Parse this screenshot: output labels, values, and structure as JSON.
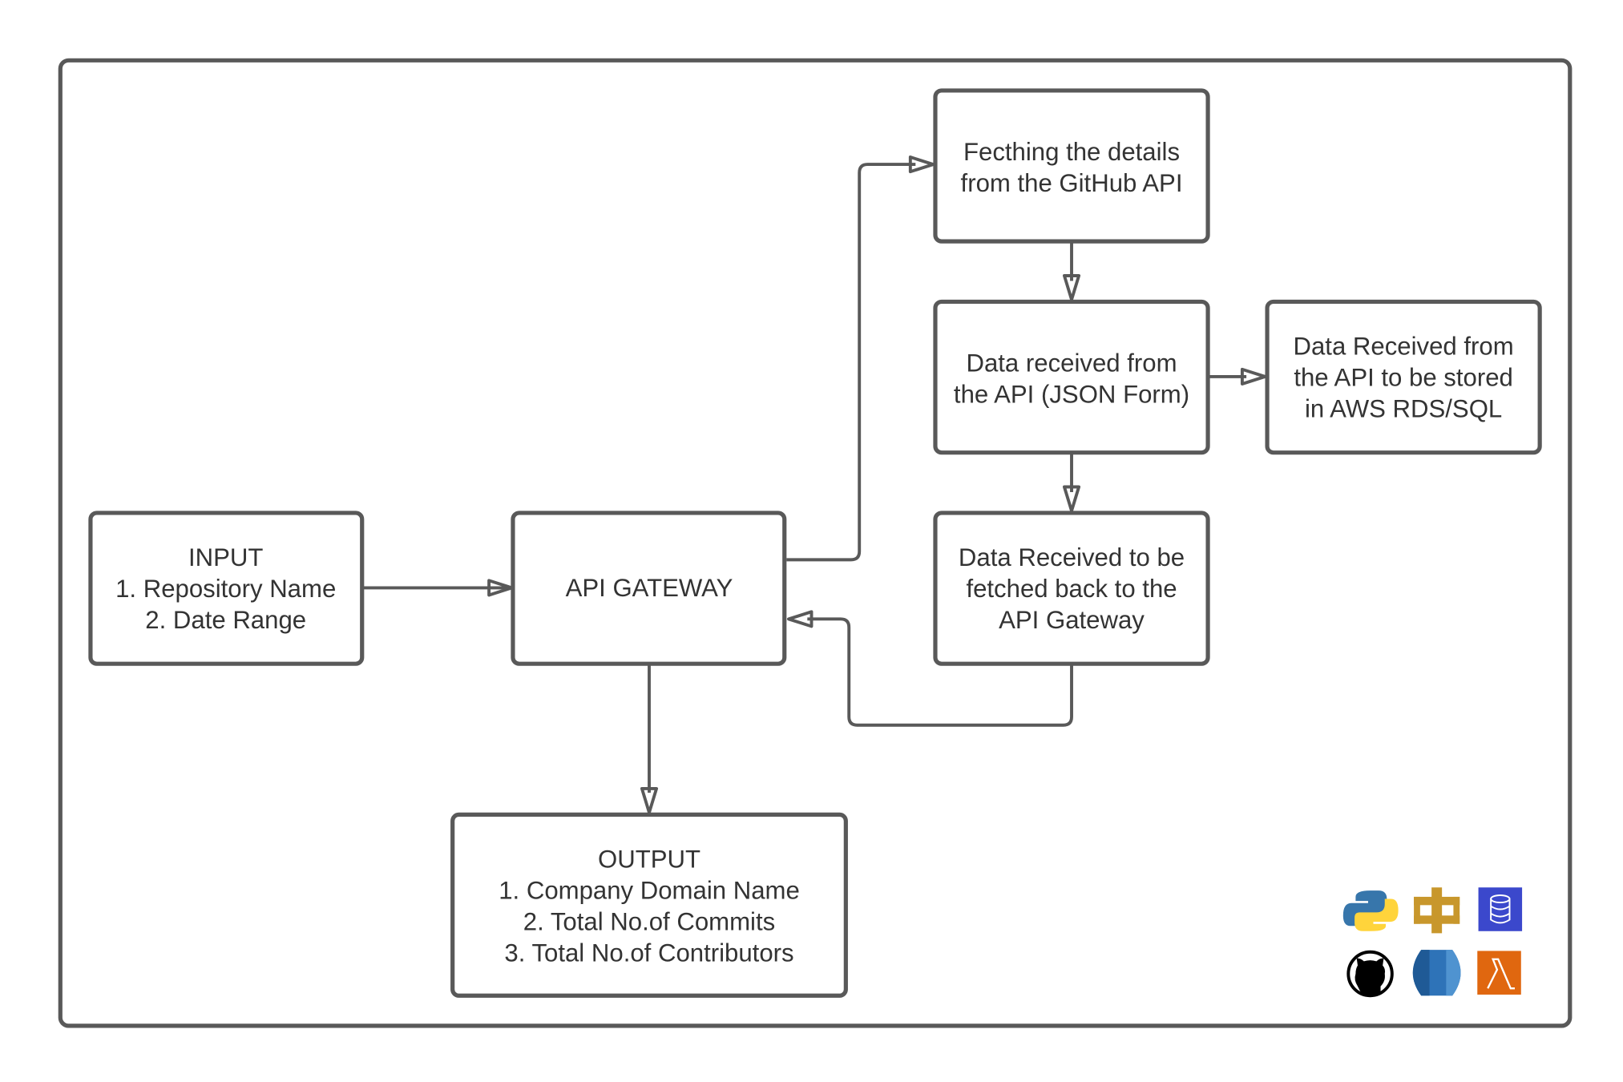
{
  "boxes": {
    "fetch": [
      "Fecthing the details",
      "from the GitHub API"
    ],
    "received": [
      "Data received from",
      "the API (JSON Form)"
    ],
    "stored": [
      "Data Received from",
      "the API to be stored",
      "in AWS RDS/SQL"
    ],
    "back": [
      "Data Received to be",
      "fetched back to the",
      "API Gateway"
    ],
    "input": [
      "INPUT",
      "1.  Repository Name",
      "2. Date Range"
    ],
    "gateway": [
      "API GATEWAY"
    ],
    "output": [
      "OUTPUT",
      "1.    Company Domain Name",
      "2.    Total No.of Commits",
      "3.    Total No.of Contributors"
    ]
  },
  "icons": [
    "python-icon",
    "aws-api-gateway-icon",
    "database-icon",
    "github-icon",
    "aws-rds-icon",
    "aws-lambda-icon"
  ],
  "colors": {
    "stroke": "#595959",
    "python_blue": "#3776ab",
    "python_yellow": "#ffd43b",
    "gateway_gold": "#c8972c",
    "db_blue": "#3b48cc",
    "rds_blue": "#2e73b8",
    "lambda_orange": "#e0670f"
  }
}
